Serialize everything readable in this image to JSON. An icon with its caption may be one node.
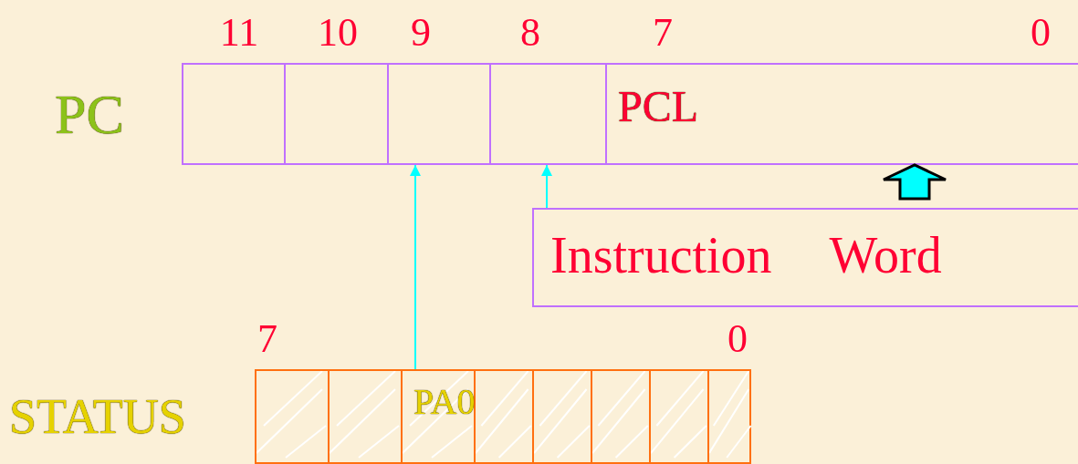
{
  "diagram": {
    "nodes": [
      {
        "text": [
          "PC"
        ]
      },
      {
        "text": [],
        "shape": "box",
        "in": 0
      },
      {
        "text": [],
        "shape": "box",
        "in": 0
      },
      {
        "text": [],
        "shape": "box",
        "in": 0
      },
      {
        "text": [],
        "shape": "box",
        "in": 0
      },
      {
        "text": [
          "PCL"
        ],
        "in": 0
      },
      {
        "text": [
          "Instruction Word"
        ]
      },
      {
        "text": [
          "STATUS"
        ]
      },
      {
        "text": [],
        "shape": "box",
        "in": 7
      },
      {
        "text": [],
        "shape": "box",
        "in": 7
      },
      {
        "text": [
          "PA0"
        ],
        "in": 7
      },
      {
        "text": [],
        "shape": "box",
        "in": 7
      },
      {
        "text": [],
        "shape": "box",
        "in": 7
      },
      {
        "text": [],
        "shape": "box",
        "in": 7
      },
      {
        "text": [],
        "shape": "box",
        "in": 7
      },
      {
        "text": [],
        "shape": "box",
        "in": 7
      }
    ],
    "edges": [
      {
        "from": 10,
        "to": 3,
        "arrow": "to"
      },
      {
        "from": 6,
        "to": 4,
        "arrow": "to"
      },
      {
        "from": 6,
        "to": 5,
        "arrow": "to",
        "style": "thick"
      }
    ],
    "labels": [
      "11",
      "10",
      "9",
      "8",
      "7",
      "0",
      "7",
      "0"
    ]
  }
}
